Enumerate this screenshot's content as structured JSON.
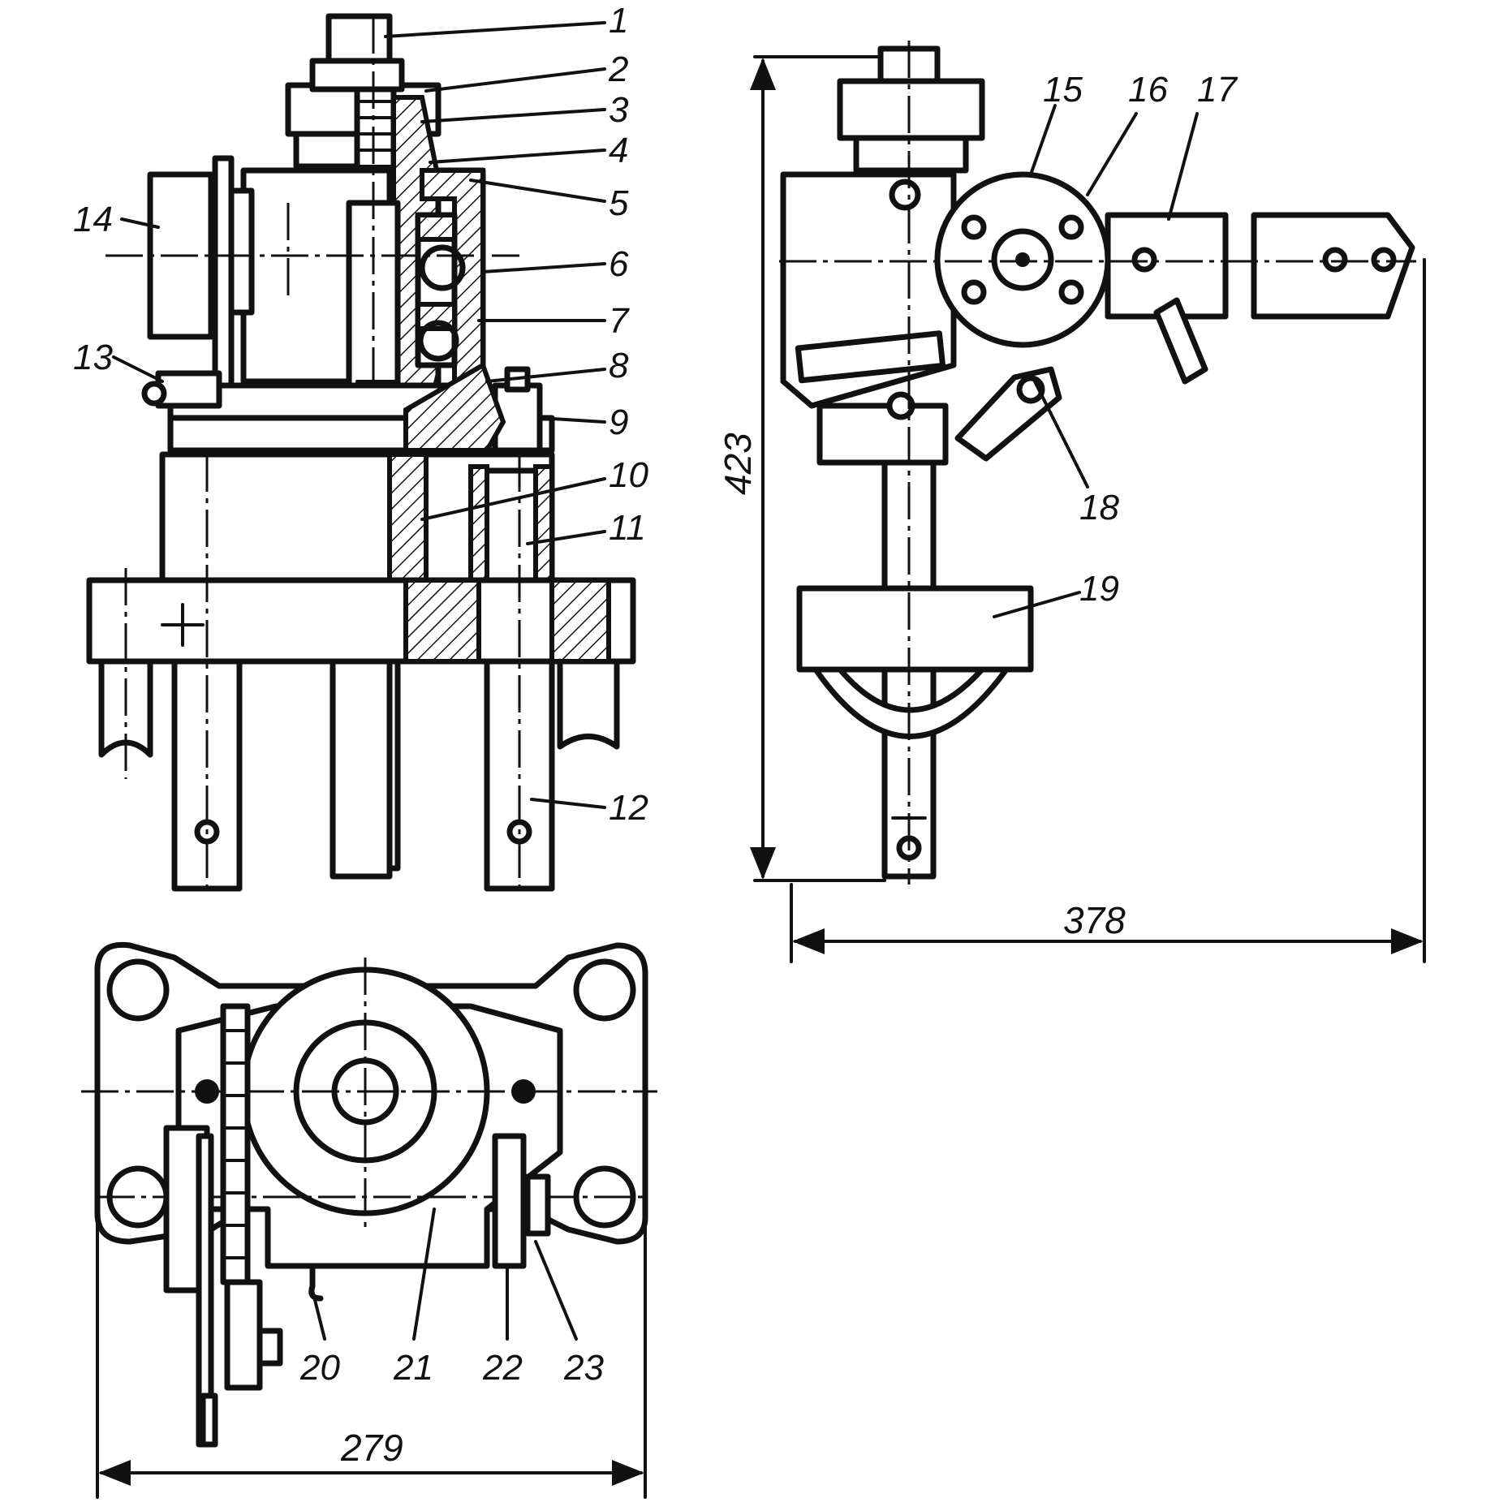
{
  "labels": {
    "l1": "1",
    "l2": "2",
    "l3": "3",
    "l4": "4",
    "l5": "5",
    "l6": "6",
    "l7": "7",
    "l8": "8",
    "l9": "9",
    "l10": "10",
    "l11": "11",
    "l12": "12",
    "l13": "13",
    "l14": "14",
    "l15": "15",
    "l16": "16",
    "l17": "17",
    "l18": "18",
    "l19": "19",
    "l20": "20",
    "l21": "21",
    "l22": "22",
    "l23": "23"
  },
  "dimensions": {
    "height": "423",
    "width_side": "378",
    "width_plan": "279"
  }
}
